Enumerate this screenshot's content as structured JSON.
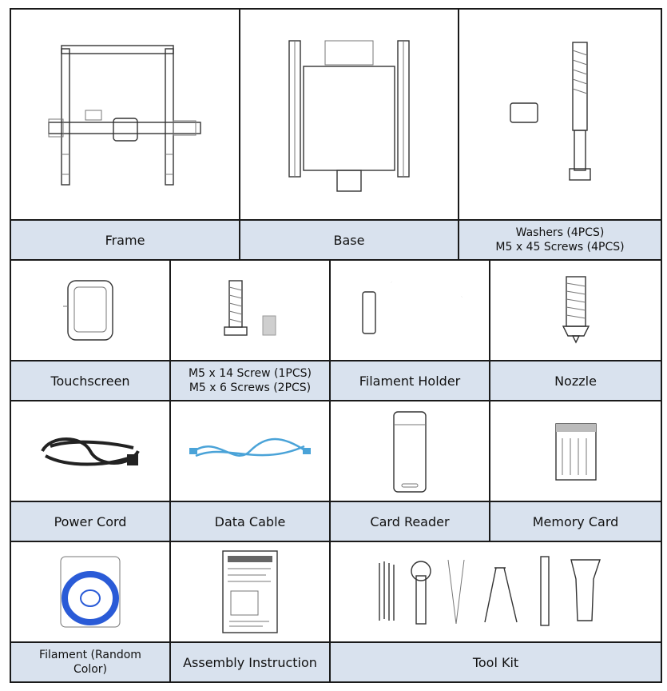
{
  "items": {
    "frame": "Frame",
    "base": "Base",
    "washers": "Washers (4PCS)\nM5 x 45 Screws (4PCS)",
    "touchscreen": "Touchscreen",
    "screws": "M5 x 14 Screw  (1PCS)\nM5 x 6 Screws  (2PCS)",
    "filament_holder": "Filament Holder",
    "nozzle": "Nozzle",
    "power_cord": "Power Cord",
    "data_cable": "Data Cable",
    "card_reader": "Card Reader",
    "memory_card": "Memory Card",
    "filament": "Filament (Random\nColor)",
    "assembly_instruction": "Assembly Instruction",
    "tool_kit": "Tool Kit"
  },
  "colors": {
    "label_background": "#d9e2ee",
    "border": "#1a1a1a",
    "cable_blue": "#4aa3d8",
    "filament_blue": "#2a5bd7"
  }
}
